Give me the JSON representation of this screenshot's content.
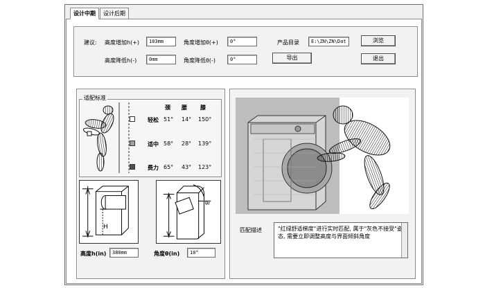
{
  "tabs": [
    {
      "label": "设计中期",
      "active": true
    },
    {
      "label": "设计后期",
      "active": false
    }
  ],
  "suggestion": {
    "label": "建议:",
    "height_increase_label": "高度增加h(+)",
    "height_increase_value": "103mm",
    "height_decrease_label": "高度降低h(-)",
    "height_decrease_value": "0mm",
    "angle_increase_label": "角度增加θ(+)",
    "angle_increase_value": "0°",
    "angle_decrease_label": "角度降低θ(-)",
    "angle_decrease_value": "0°",
    "catalog_label": "产品目录",
    "catalog_value": "E:\\ZN\\ZN\\Dat",
    "browse_label": "浏览",
    "export_label": "导出",
    "exit_label": "退出"
  },
  "standard": {
    "title": "适配标准",
    "headers": [
      "颈",
      "腰",
      "膝"
    ],
    "rows": [
      {
        "level": "轻松",
        "neck": "51°",
        "waist": "14°",
        "knee": "150°",
        "color": "#ffffff"
      },
      {
        "level": "适中",
        "neck": "58°",
        "waist": "28°",
        "knee": "139°",
        "color": "#a0a0a0"
      },
      {
        "level": "费力",
        "neck": "65°",
        "waist": "43°",
        "knee": "123°",
        "color": "#505050"
      }
    ],
    "h_symbol": "H",
    "theta_symbol": "θr",
    "height_label": "高度h(in)",
    "height_value": "380mm",
    "angle_label": "角度θ(in)",
    "angle_value": "10°"
  },
  "match": {
    "label": "匹配描述",
    "text": "\"红绿舒适梯度\"进行实时匹配, 属于\"灰色不接受\"姿态, 需要立即调整高度与界面倾斜角度"
  }
}
